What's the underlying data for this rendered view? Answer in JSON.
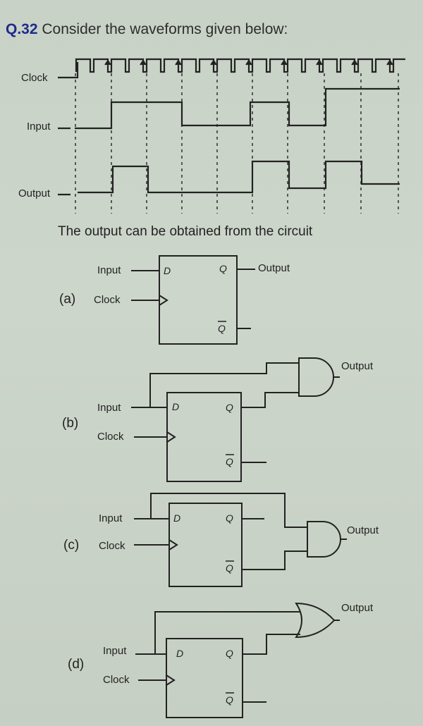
{
  "question": {
    "number": "Q.32",
    "text": "Consider the waveforms given below:"
  },
  "waveforms": {
    "labels": {
      "clock": "Clock",
      "input": "Input",
      "output": "Output"
    }
  },
  "statement": "The output can be obtained from the circuit",
  "options": [
    {
      "label": "(a)",
      "input": "Input",
      "clock": "Clock",
      "output": "Output",
      "d": "D",
      "q": "Q",
      "qbar": "Q"
    },
    {
      "label": "(b)",
      "input": "Input",
      "clock": "Clock",
      "output": "Output",
      "d": "D",
      "q": "Q",
      "qbar": "Q"
    },
    {
      "label": "(c)",
      "input": "Input",
      "clock": "Clock",
      "output": "Output",
      "d": "D",
      "q": "Q",
      "qbar": "Q"
    },
    {
      "label": "(d)",
      "input": "Input",
      "clock": "Clock",
      "output": "Output",
      "d": "D",
      "q": "Q",
      "qbar": "Q"
    }
  ]
}
